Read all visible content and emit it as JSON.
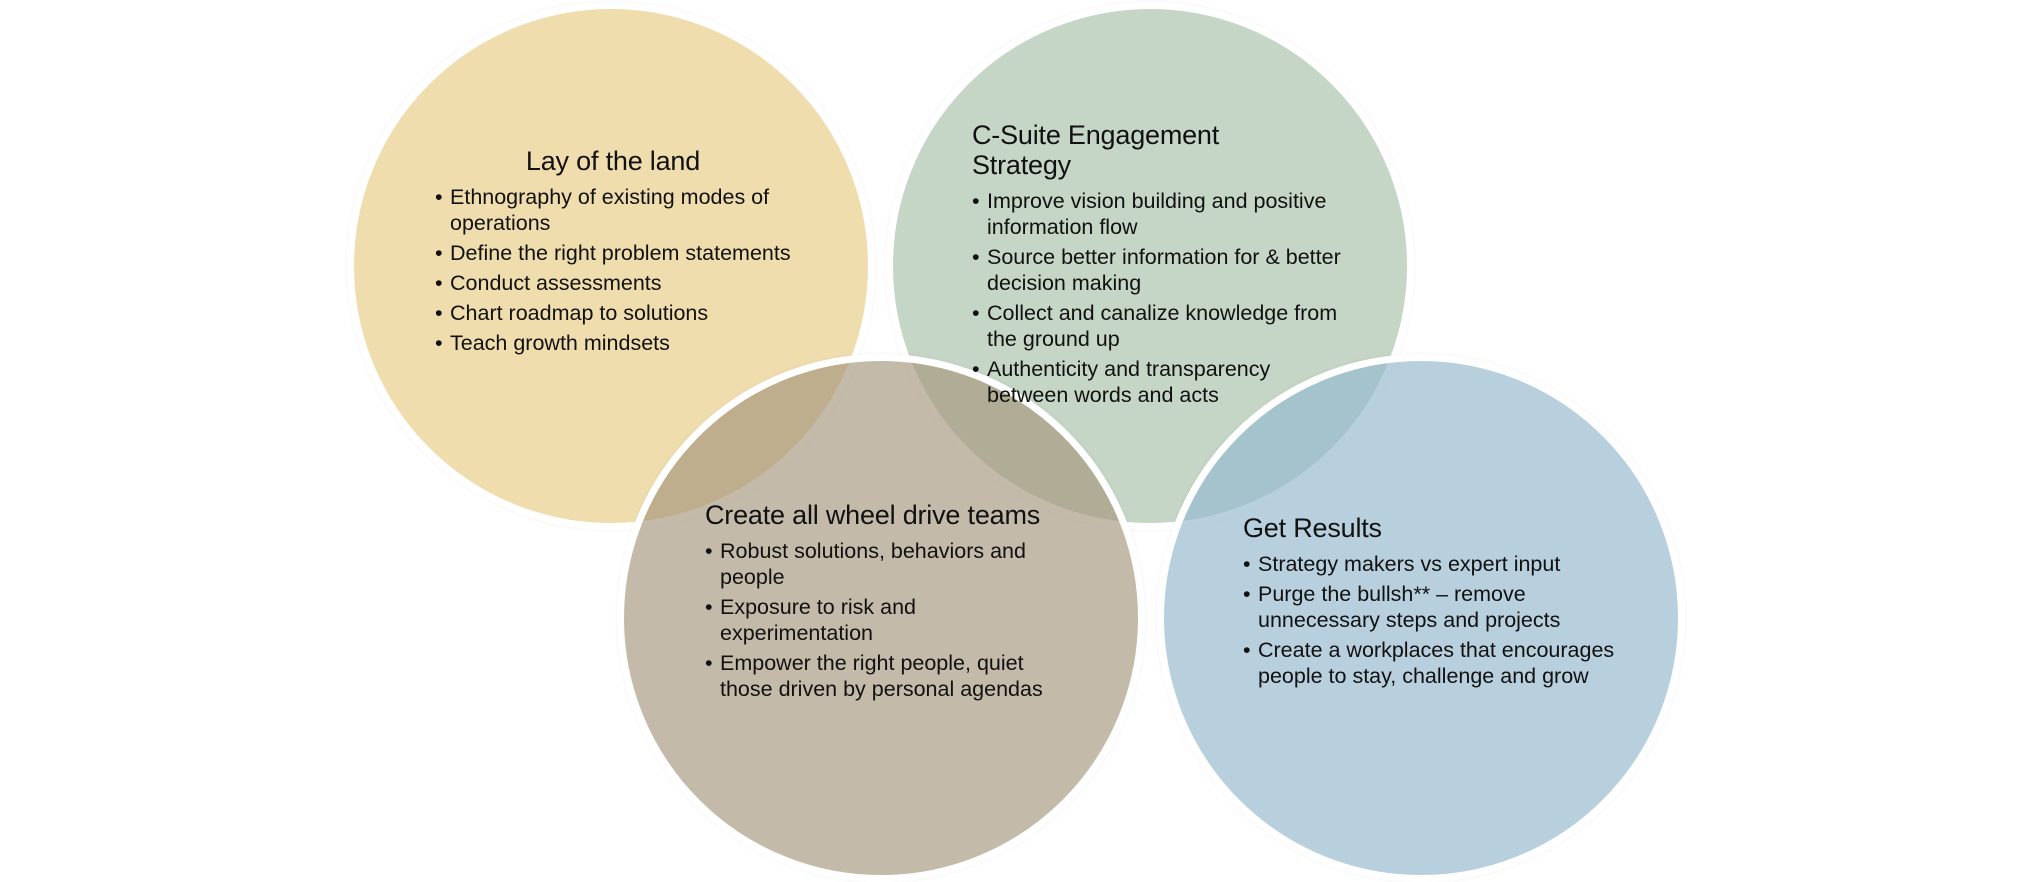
{
  "colors": {
    "circle_1": "#F0DEB1",
    "circle_2": "#C6D5C6",
    "circle_3": "#C1B9AB",
    "circle_4": "#B8CFDC",
    "border": "#FFFFFF",
    "text": "#111111"
  },
  "bullet_glyph": "•",
  "circles": [
    {
      "title": "Lay of the land",
      "items": [
        "Ethnography of existing modes of operations",
        "Define the right problem statements",
        "Conduct assessments",
        "Chart roadmap to solutions",
        "Teach growth mindsets"
      ]
    },
    {
      "title": "C-Suite Engagement Strategy",
      "items": [
        "Improve vision building and positive information flow",
        "Source better information for & better decision making",
        "Collect and canalize knowledge from the ground up",
        "Authenticity and transparency between words and acts"
      ]
    },
    {
      "title": "Create all wheel drive teams",
      "items": [
        "Robust solutions, behaviors and people",
        "Exposure to risk and experimentation",
        "Empower the right people, quiet those driven by personal agendas"
      ]
    },
    {
      "title": "Get Results",
      "items": [
        "Strategy makers vs expert input",
        "Purge the bullsh** – remove unnecessary steps and projects",
        "Create a workplaces that encourages people to stay, challenge and grow"
      ]
    }
  ]
}
